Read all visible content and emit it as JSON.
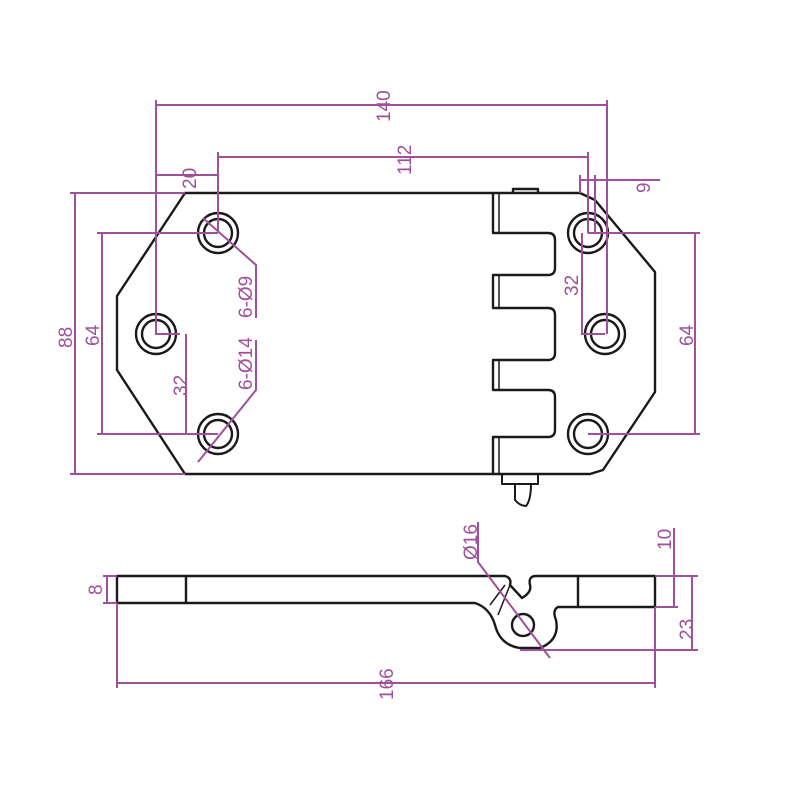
{
  "drawing": {
    "top_view": {
      "dim_overall_hole_span": "140",
      "dim_inner_hole_span": "112",
      "dim_edge_to_hole": "20",
      "dim_right_offset": "9",
      "dim_total_height": "88",
      "dim_left_hole_pitch": "64",
      "dim_left_half_pitch": "32",
      "dim_hole_inner": "6-Ø9",
      "dim_hole_outer": "6-Ø14",
      "dim_right_half_pitch": "32",
      "dim_right_hole_pitch": "64"
    },
    "side_view": {
      "dim_pin_diameter": "Ø16",
      "dim_leaf_thickness_right": "10",
      "dim_leaf_thickness_left": "8",
      "dim_knuckle_height": "23",
      "dim_total_length": "166"
    },
    "colors": {
      "dimension": "#a0509a",
      "outline": "#1a1a1a"
    }
  }
}
